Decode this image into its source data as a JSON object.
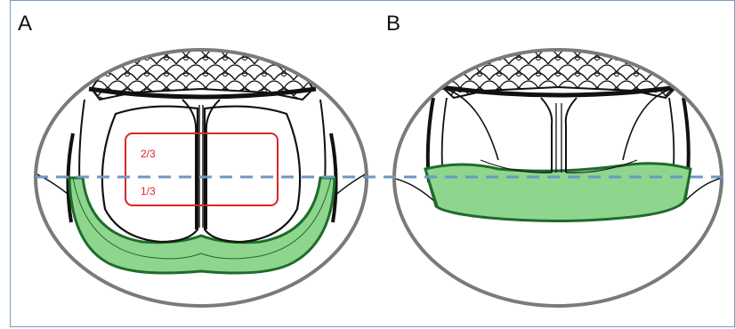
{
  "panels": {
    "a": {
      "label": "A",
      "upper_region": "2/3",
      "lower_region": "1/3"
    },
    "b": {
      "label": "B"
    }
  },
  "colors": {
    "frame": "#7b9bbd",
    "ellipse": "#7a7a7a",
    "outline": "#111111",
    "fluid_fill": "#8ed68e",
    "fluid_stroke": "#1f6b2a",
    "box": "#d9262a",
    "dashed_line": "#6f97c4"
  }
}
